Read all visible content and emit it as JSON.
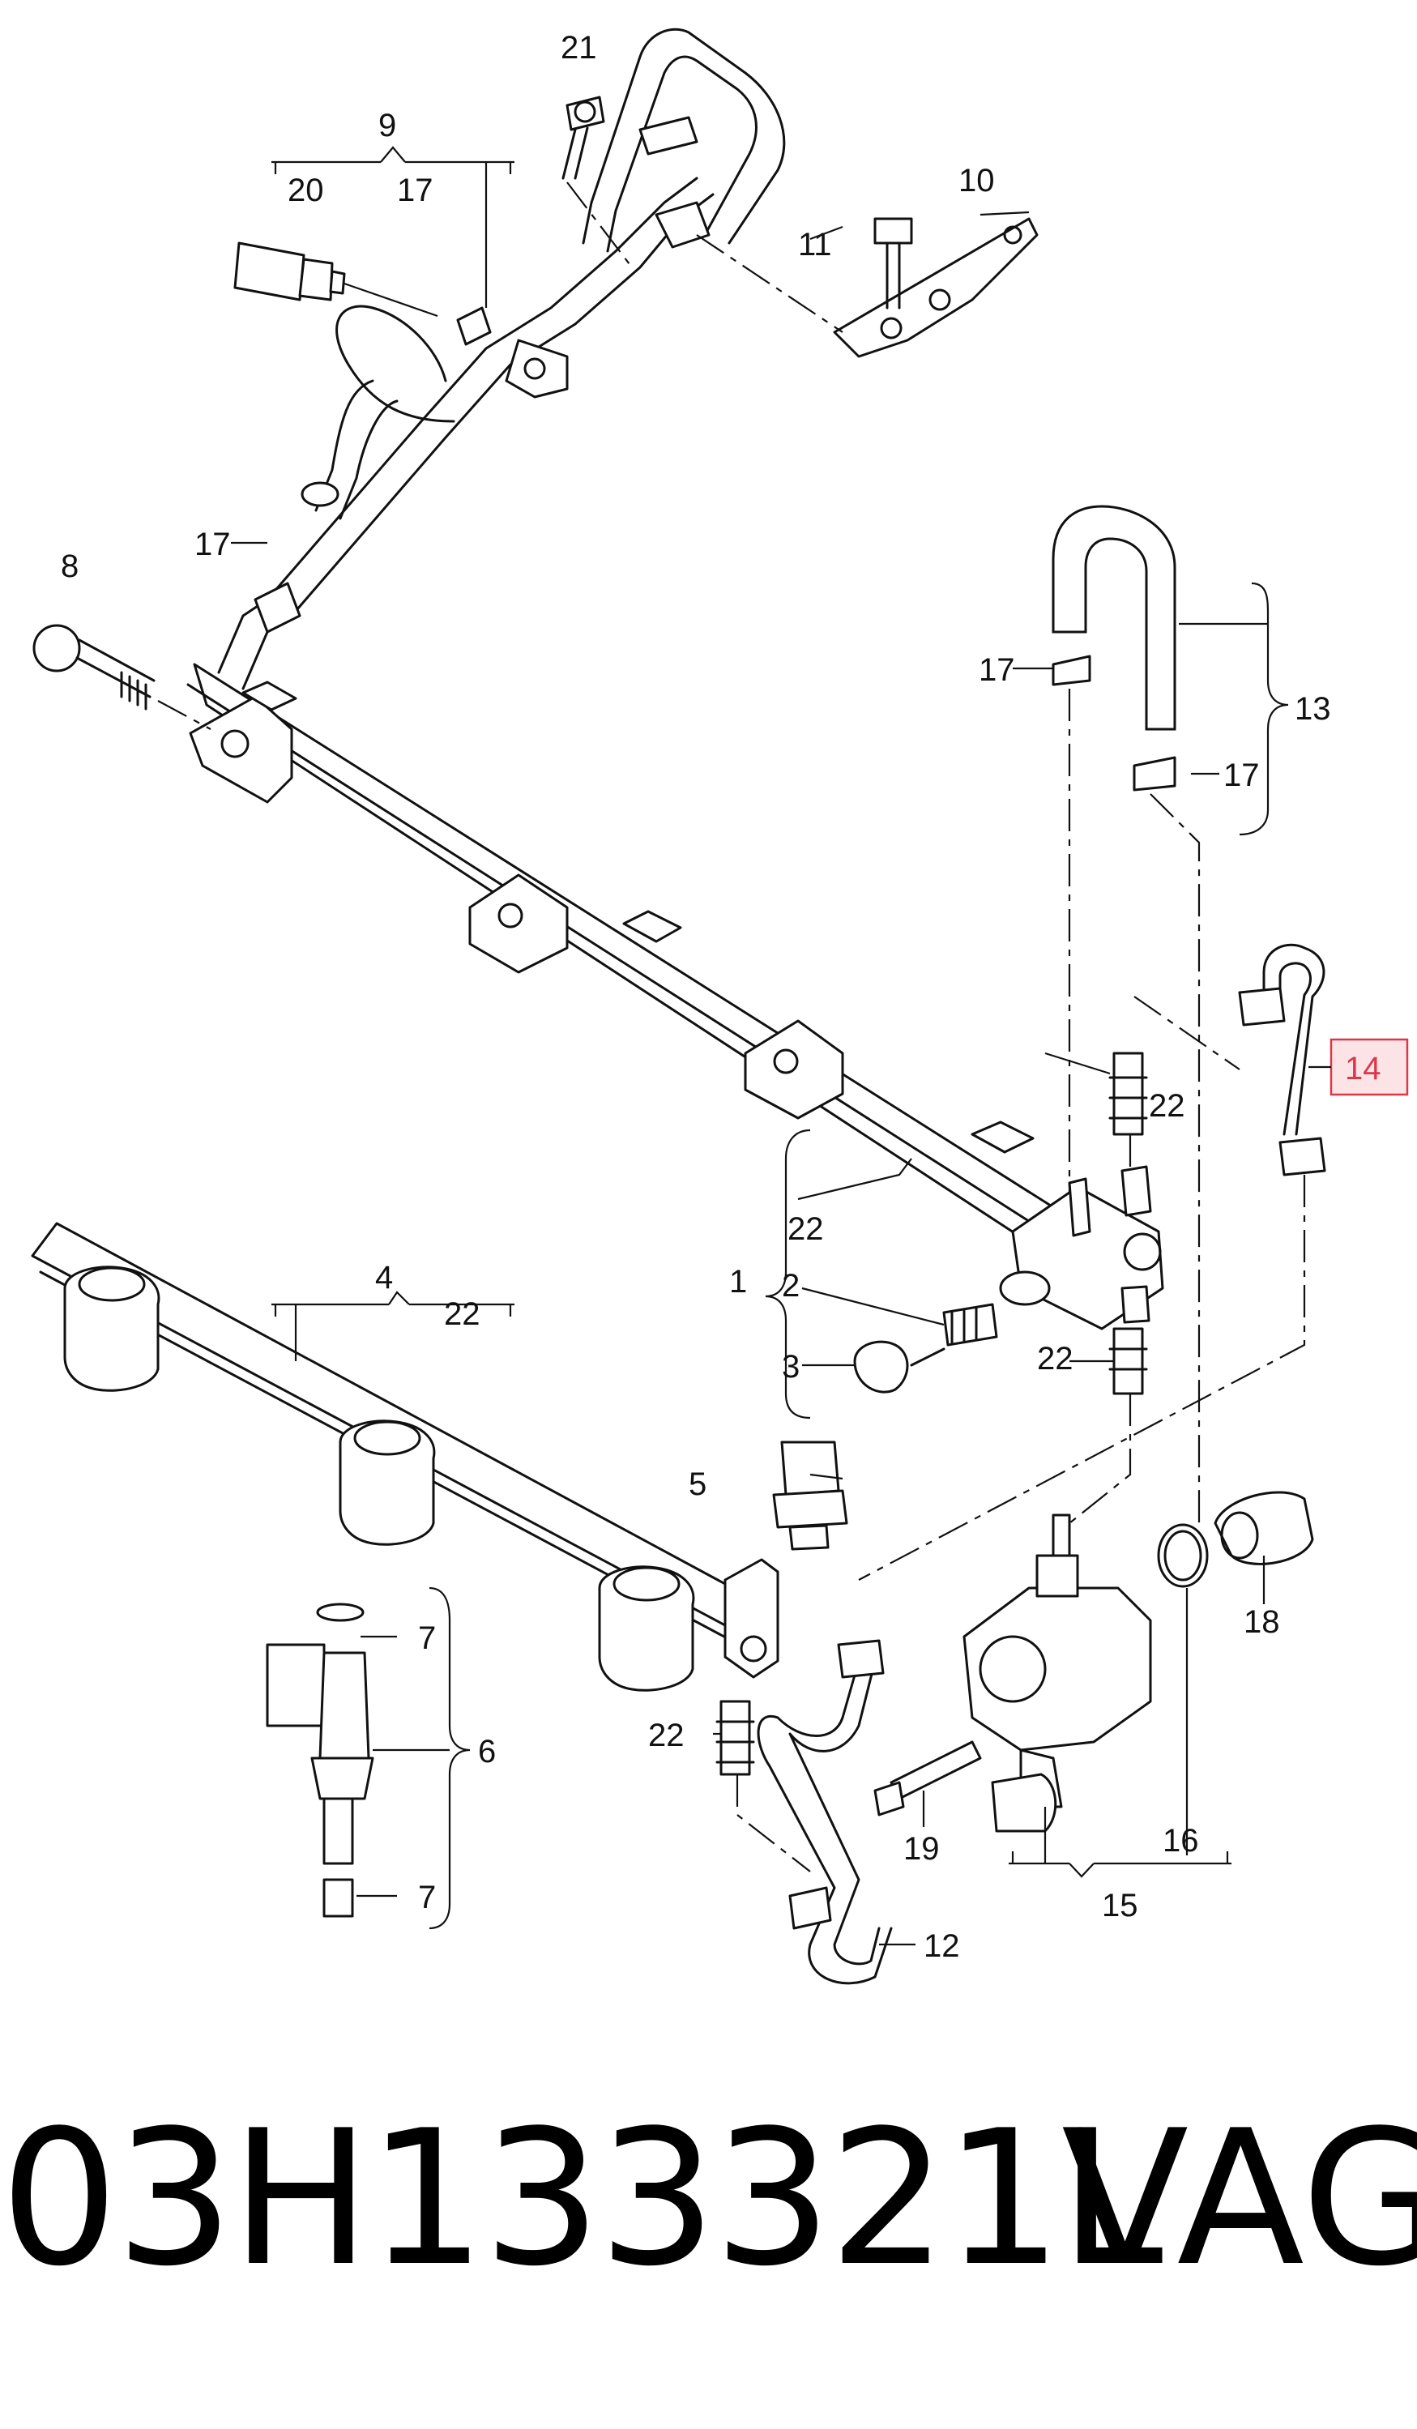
{
  "diagram": {
    "callouts": {
      "c1": "1",
      "c2": "2",
      "c3": "3",
      "c4": "4",
      "c5": "5",
      "c6": "6",
      "c7a": "7",
      "c7b": "7",
      "c8": "8",
      "c9": "9",
      "c10": "10",
      "c11": "11",
      "c12": "12",
      "c13": "13",
      "c14": "14",
      "c15": "15",
      "c16": "16",
      "c17a": "17",
      "c17b": "17",
      "c17c": "17",
      "c17d": "17",
      "c18": "18",
      "c19": "19",
      "c20": "20",
      "c21": "21",
      "c22a": "22",
      "c22b": "22",
      "c22c": "22",
      "c22d": "22",
      "c22e": "22"
    },
    "highlighted_callout": "14",
    "highlight_color": "#d9384b"
  },
  "footer": {
    "part_number": "03H133321L",
    "vendor": "VAG"
  }
}
